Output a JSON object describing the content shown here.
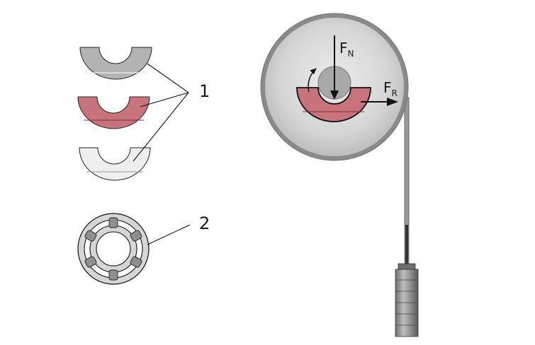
{
  "labels": {
    "callout_1": "1",
    "callout_2": "2",
    "normal_force_main": "F",
    "normal_force_sub": "N",
    "friction_force_main": "F",
    "friction_force_sub": "R"
  },
  "colors": {
    "bearing_gray": "#b3b3b3",
    "bearing_red": "#c9747c",
    "bearing_white": "#efefef",
    "disc_fill": "#d8d8d8",
    "disc_rim": "#8a8a8a",
    "outline": "#111111",
    "weight_body": "#8c8c8c"
  }
}
